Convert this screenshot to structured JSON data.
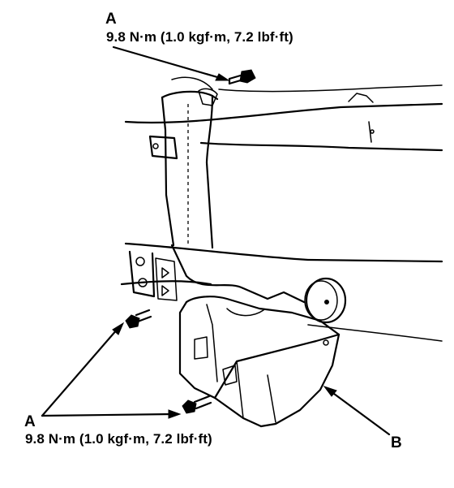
{
  "callouts": {
    "top": {
      "letter": "A",
      "torque": "9.8 N·m (1.0 kgf·m, 7.2 lbf·ft)"
    },
    "bottom": {
      "letter": "A",
      "torque": "9.8 N·m (1.0 kgf·m, 7.2 lbf·ft)"
    },
    "tank": {
      "letter": "B"
    }
  },
  "colors": {
    "ink": "#000000",
    "paper": "#ffffff"
  },
  "icons": [
    "bolt-icon",
    "bolt-icon",
    "bolt-icon"
  ]
}
